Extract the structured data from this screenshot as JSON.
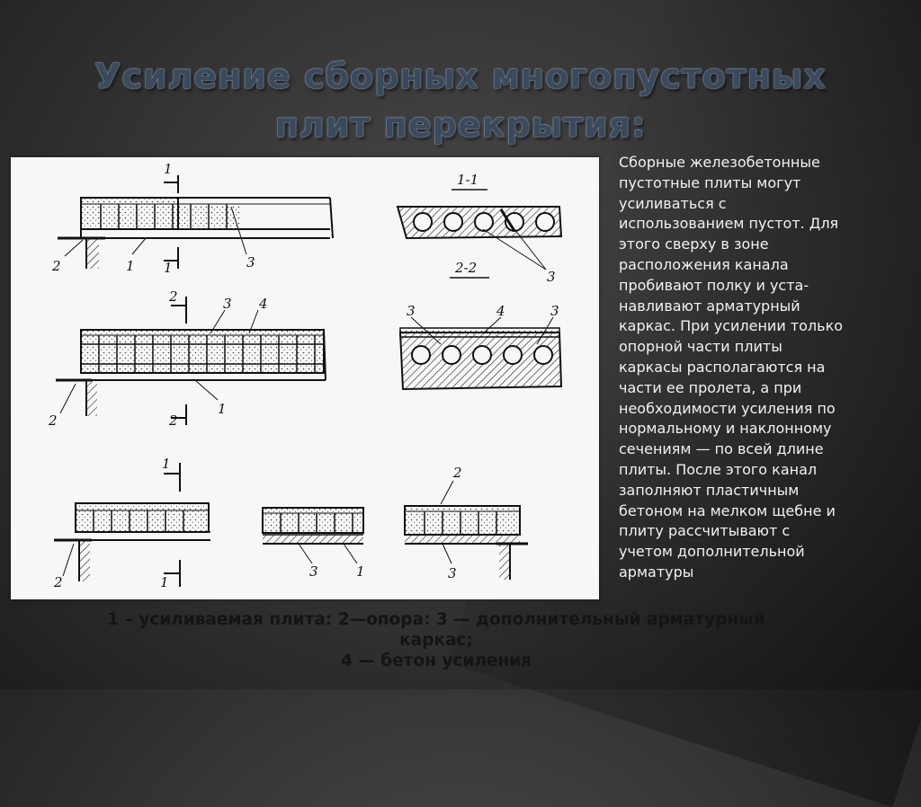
{
  "title": {
    "line1": "Усиление сборных многопустотных",
    "line2": "плит перекрытия:"
  },
  "side_text": "Сборные железобетонные\nпустотные плиты могут\nусиливаться с\nиспользованием пустот. Для\nэтого сверху в зоне\nрасположения канала\nпробивают полку и уста-\nнавливают арматурный\nкаркас. При усилении только\nопорной части плиты\nкаркасы располагаются на\nчасти ее пролета, а при\nнеобходимости усиления по\nнормальному и наклонному\nсечениям — по всей длине\nплиты. После этого канал\nзаполняют пластичным\nбетоном на мелком щебне и\nплиту рассчитывают с\nучетом дополнительной\nарматуры",
  "legend": {
    "line1": "1 – усиливаемая плита: 2—опора: 3 — дополнительный арматурный",
    "line2": "каркас;",
    "line3": "4 — бетон усиления"
  },
  "figure": {
    "section_1": "1-1",
    "section_2": "2-2",
    "labels": {
      "one": "1",
      "two": "2",
      "three": "3",
      "four": "4"
    }
  }
}
